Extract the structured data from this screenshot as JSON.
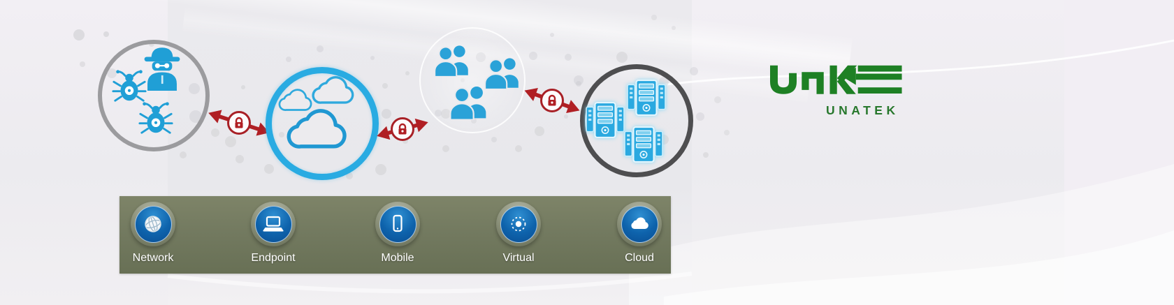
{
  "brand": {
    "name": "UNATEK",
    "logo_mark": "unatek-arrow-mark"
  },
  "nav": {
    "items": [
      {
        "label": "Network",
        "icon": "globe-icon"
      },
      {
        "label": "Endpoint",
        "icon": "laptop-icon"
      },
      {
        "label": "Mobile",
        "icon": "smartphone-icon"
      },
      {
        "label": "Virtual",
        "icon": "virtual-dot-icon"
      },
      {
        "label": "Cloud",
        "icon": "cloud-icon"
      }
    ]
  },
  "diagram": {
    "nodes": [
      {
        "id": "threats",
        "icons": [
          "hacker-spy-icon",
          "malware-bug-icon",
          "malware-bug-icon"
        ],
        "ring_color": "#9b9b9e"
      },
      {
        "id": "cloud",
        "icons": [
          "cloud-outline-icon",
          "cloud-outline-icon",
          "cloud-outline-icon"
        ],
        "ring_color": "#29abe2"
      },
      {
        "id": "users",
        "icons": [
          "user-group-icon",
          "user-group-icon",
          "user-group-icon"
        ],
        "ring_color": "#ffffff"
      },
      {
        "id": "datacenter",
        "icons": [
          "server-icon",
          "server-icon",
          "server-icon"
        ],
        "ring_color": "#4e4e50"
      }
    ],
    "links": [
      {
        "id": "threats-cloud",
        "icon": "lock-icon"
      },
      {
        "id": "cloud-users",
        "icon": "lock-icon"
      },
      {
        "id": "users-datacenter",
        "icon": "lock-icon"
      }
    ]
  },
  "colors": {
    "accent_blue": "#29abe2",
    "icon_blue": "#209fd6",
    "alert_red": "#b01f24",
    "brand_green": "#1e8024",
    "nav_bar_olive": "#747b61"
  }
}
